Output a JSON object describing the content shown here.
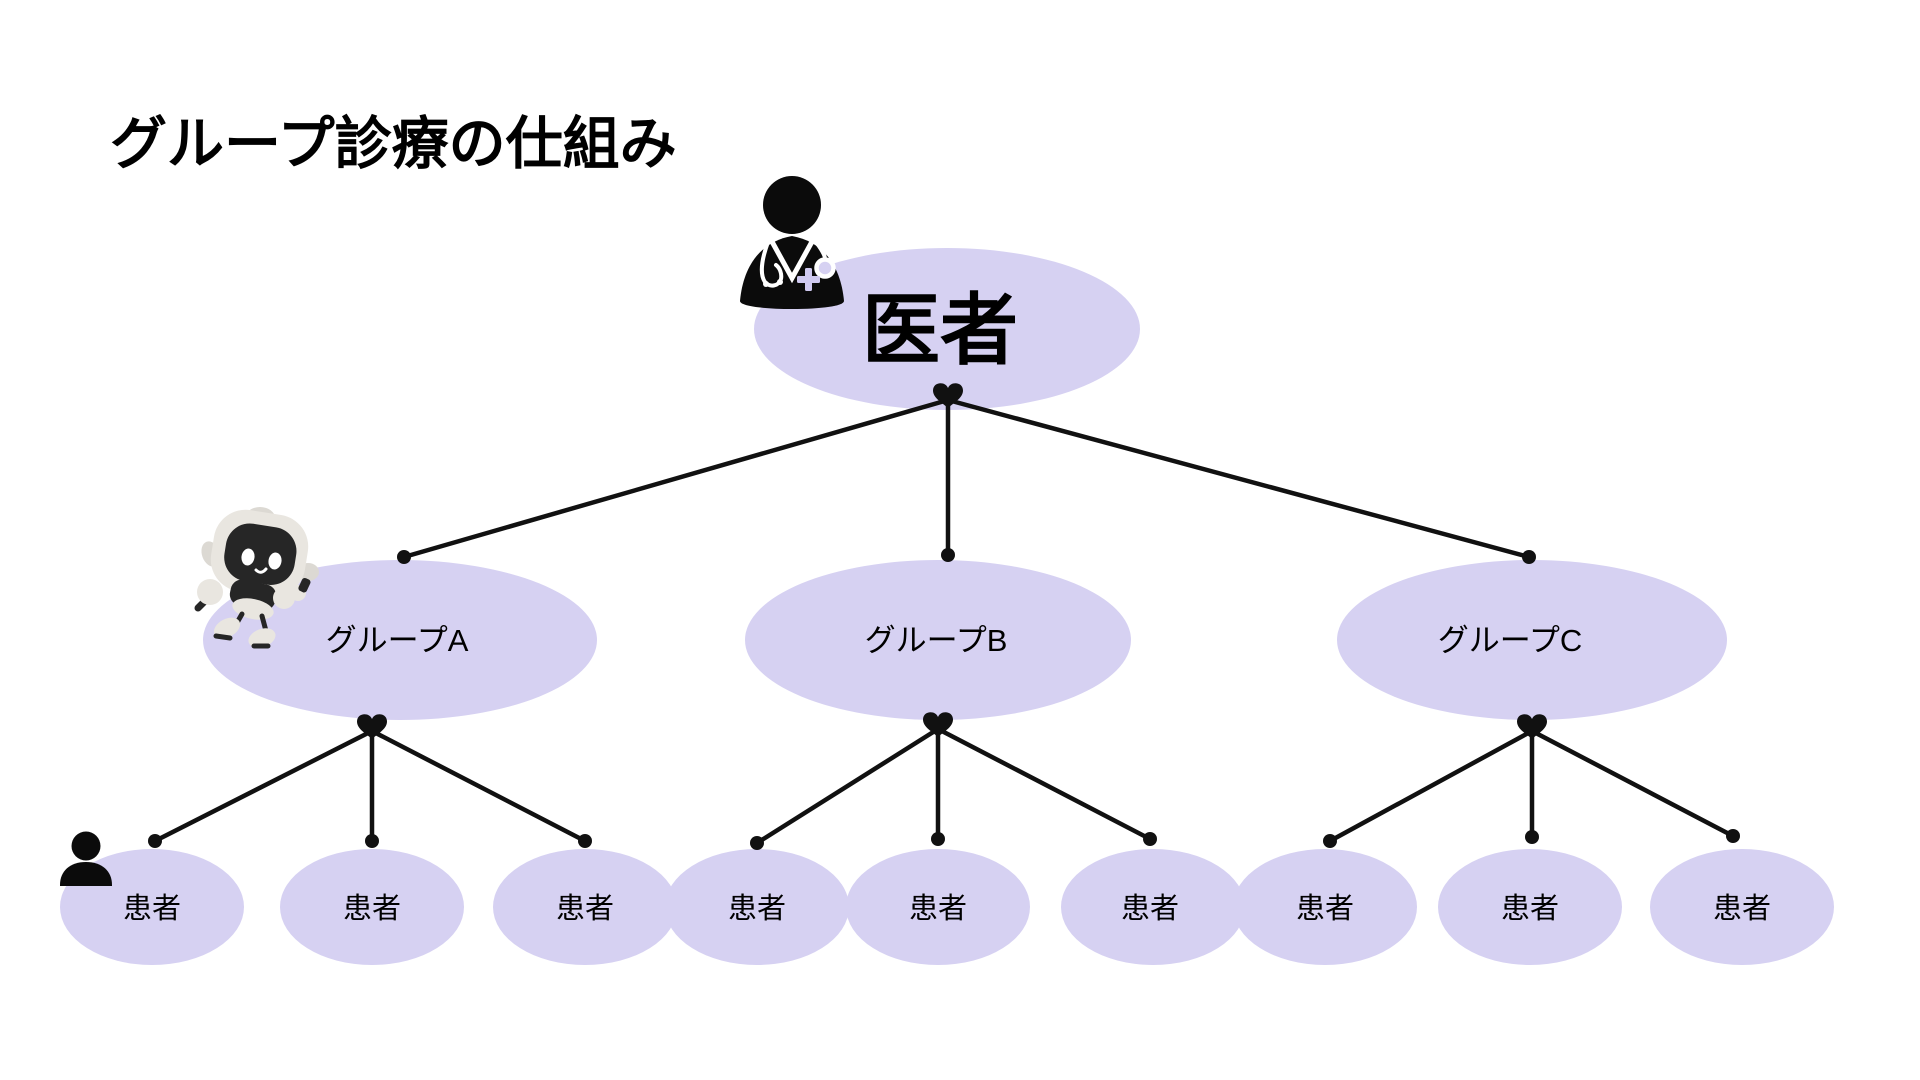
{
  "title": "グループ診療の仕組み",
  "colors": {
    "node_fill": "#d6d1f2",
    "line": "#111111",
    "text": "#000000",
    "robot_body": "#e9e6e0",
    "robot_face": "#262626",
    "icon_black": "#0b0b0b"
  },
  "icons": {
    "root": "doctor-icon",
    "group_a_mascot": "robot-icon",
    "first_patient": "person-icon"
  },
  "tree": {
    "root": {
      "label": "医者"
    },
    "groups": [
      {
        "label": "グループA"
      },
      {
        "label": "グループB"
      },
      {
        "label": "グループC"
      }
    ],
    "patients": [
      {
        "label": "患者"
      },
      {
        "label": "患者"
      },
      {
        "label": "患者"
      },
      {
        "label": "患者"
      },
      {
        "label": "患者"
      },
      {
        "label": "患者"
      },
      {
        "label": "患者"
      },
      {
        "label": "患者"
      },
      {
        "label": "患者"
      }
    ]
  }
}
